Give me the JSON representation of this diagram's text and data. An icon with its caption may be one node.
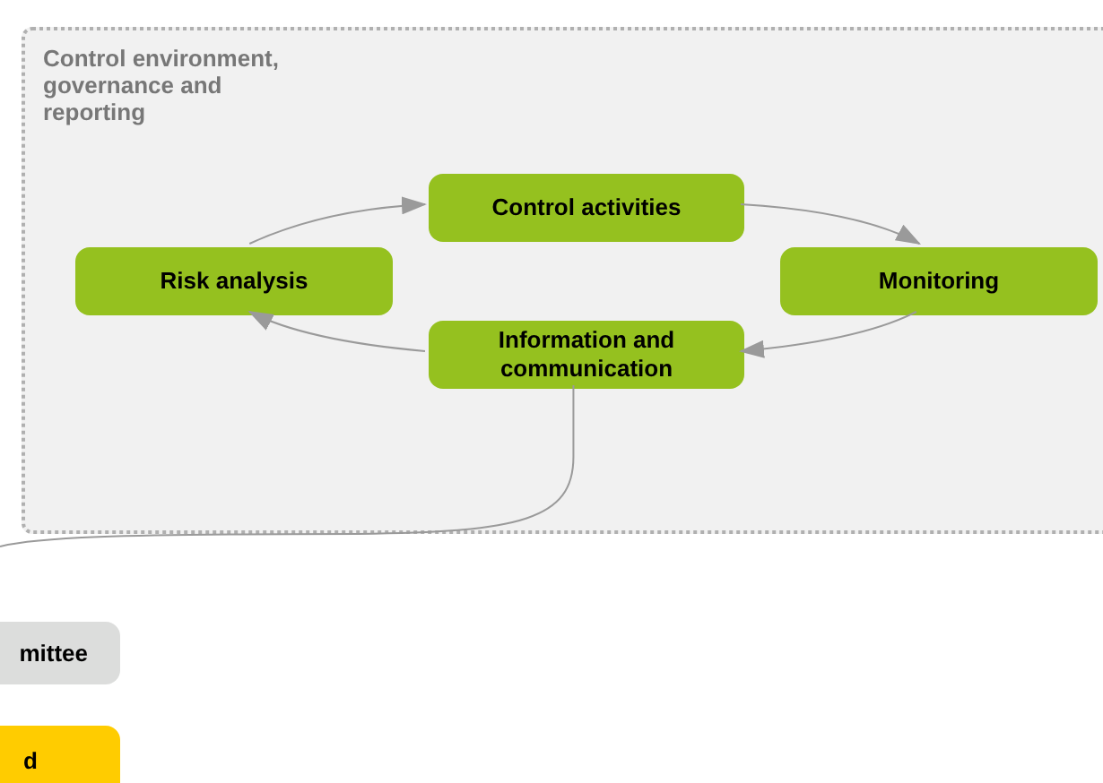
{
  "diagram": {
    "nodes": [
      {
        "text": [
          "Control environment, governance and reporting"
        ]
      },
      {
        "text": [
          "Control activities"
        ],
        "in": 0
      },
      {
        "text": [
          "Risk analysis"
        ],
        "in": 0
      },
      {
        "text": [
          "Monitoring"
        ],
        "in": 0
      },
      {
        "text": [
          "Information and communication"
        ],
        "in": 0
      },
      {
        "text": [
          "mittee"
        ]
      },
      {
        "text": [
          "d"
        ]
      }
    ],
    "edges": [
      {
        "from": 2,
        "to": 1,
        "arrow": "to"
      },
      {
        "from": 1,
        "to": 3,
        "arrow": "to"
      },
      {
        "from": 3,
        "to": 4,
        "arrow": "to"
      },
      {
        "from": 4,
        "to": 2,
        "arrow": "to"
      },
      {
        "from": 4,
        "to": null,
        "arrow": "none"
      }
    ]
  }
}
